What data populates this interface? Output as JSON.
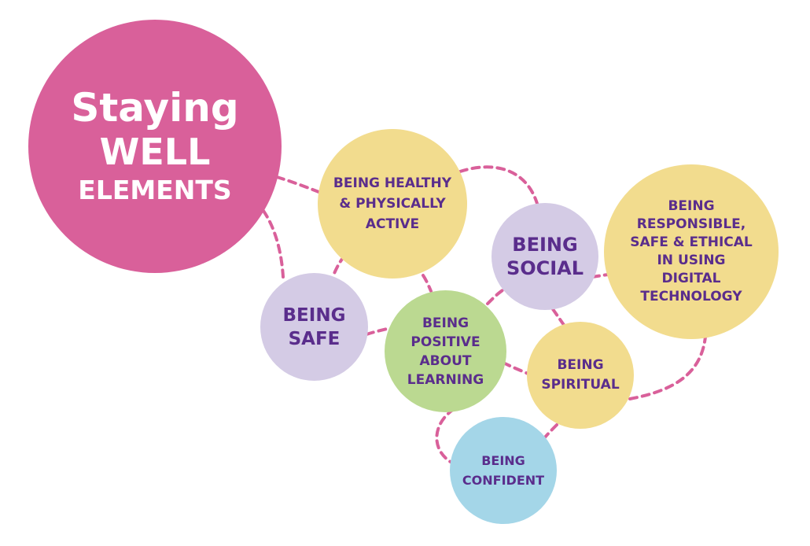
{
  "colors": {
    "pink": "#d9609a",
    "yellow": "#f2dc8e",
    "lavender": "#d4cbe5",
    "green": "#bbd991",
    "blue": "#a4d6e8",
    "text_purple": "#5a2d8c",
    "text_white": "#ffffff",
    "connector": "#d9609a"
  },
  "nodes": [
    {
      "id": "main",
      "lines": [
        "Staying",
        "WELL",
        "ELEMENTS"
      ],
      "color": "#d9609a"
    },
    {
      "id": "healthy",
      "lines": [
        "BEING HEALTHY",
        "& PHYSICALLY",
        "ACTIVE"
      ],
      "color": "#f2dc8e"
    },
    {
      "id": "social",
      "lines": [
        "BEING",
        "SOCIAL"
      ],
      "color": "#d4cbe5"
    },
    {
      "id": "digital",
      "lines": [
        "BEING",
        "RESPONSIBLE,",
        "SAFE & ETHICAL",
        "IN USING",
        "DIGITAL",
        "TECHNOLOGY"
      ],
      "color": "#f2dc8e"
    },
    {
      "id": "safe",
      "lines": [
        "BEING",
        "SAFE"
      ],
      "color": "#d4cbe5"
    },
    {
      "id": "positive",
      "lines": [
        "BEING",
        "POSITIVE",
        "ABOUT",
        "LEARNING"
      ],
      "color": "#bbd991"
    },
    {
      "id": "spiritual",
      "lines": [
        "BEING",
        "SPIRITUAL"
      ],
      "color": "#f2dc8e"
    },
    {
      "id": "confident",
      "lines": [
        "BEING",
        "CONFIDENT"
      ],
      "color": "#a4d6e8"
    }
  ],
  "connections": [
    [
      "main",
      "healthy"
    ],
    [
      "main",
      "safe"
    ],
    [
      "healthy",
      "social"
    ],
    [
      "healthy",
      "safe"
    ],
    [
      "healthy",
      "positive"
    ],
    [
      "safe",
      "positive"
    ],
    [
      "positive",
      "social"
    ],
    [
      "positive",
      "spiritual"
    ],
    [
      "positive",
      "confident"
    ],
    [
      "social",
      "digital"
    ],
    [
      "social",
      "spiritual"
    ],
    [
      "spiritual",
      "digital"
    ],
    [
      "spiritual",
      "confident"
    ]
  ]
}
